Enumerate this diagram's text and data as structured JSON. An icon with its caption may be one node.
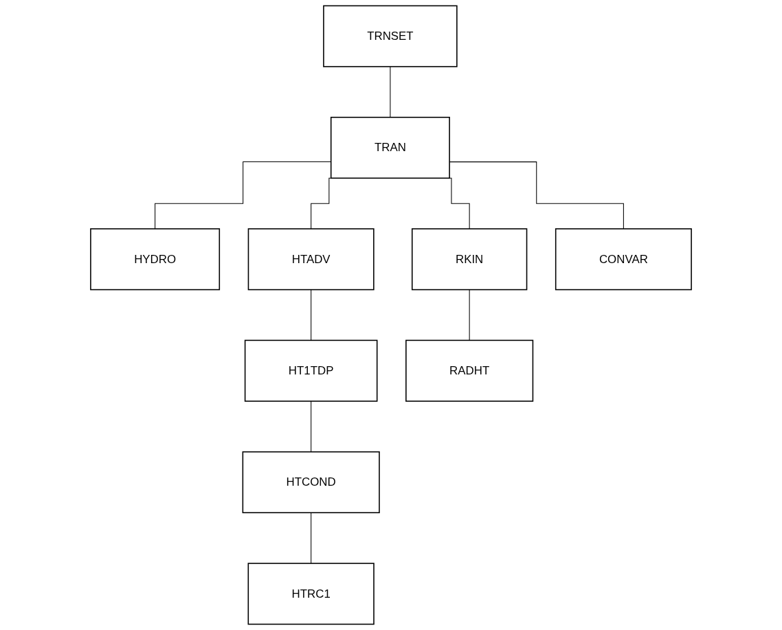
{
  "diagram": {
    "nodes": [
      {
        "text": [
          "TRNSET"
        ]
      },
      {
        "text": [
          "TRAN"
        ]
      },
      {
        "text": [
          "HYDRO"
        ]
      },
      {
        "text": [
          "HTADV"
        ]
      },
      {
        "text": [
          "RKIN"
        ]
      },
      {
        "text": [
          "CONVAR"
        ]
      },
      {
        "text": [
          "HT1TDP"
        ]
      },
      {
        "text": [
          "RADHT"
        ]
      },
      {
        "text": [
          "HTCOND"
        ]
      },
      {
        "text": [
          "HTRC1"
        ]
      }
    ],
    "edges": [
      {
        "from": 0,
        "to": 1,
        "arrow": "none"
      },
      {
        "from": 1,
        "to": 2,
        "arrow": "none"
      },
      {
        "from": 1,
        "to": 3,
        "arrow": "none"
      },
      {
        "from": 1,
        "to": 4,
        "arrow": "none"
      },
      {
        "from": 1,
        "to": 5,
        "arrow": "none"
      },
      {
        "from": 3,
        "to": 6,
        "arrow": "none"
      },
      {
        "from": 4,
        "to": 7,
        "arrow": "none"
      },
      {
        "from": 6,
        "to": 8,
        "arrow": "none"
      },
      {
        "from": 8,
        "to": 9,
        "arrow": "none"
      }
    ]
  }
}
